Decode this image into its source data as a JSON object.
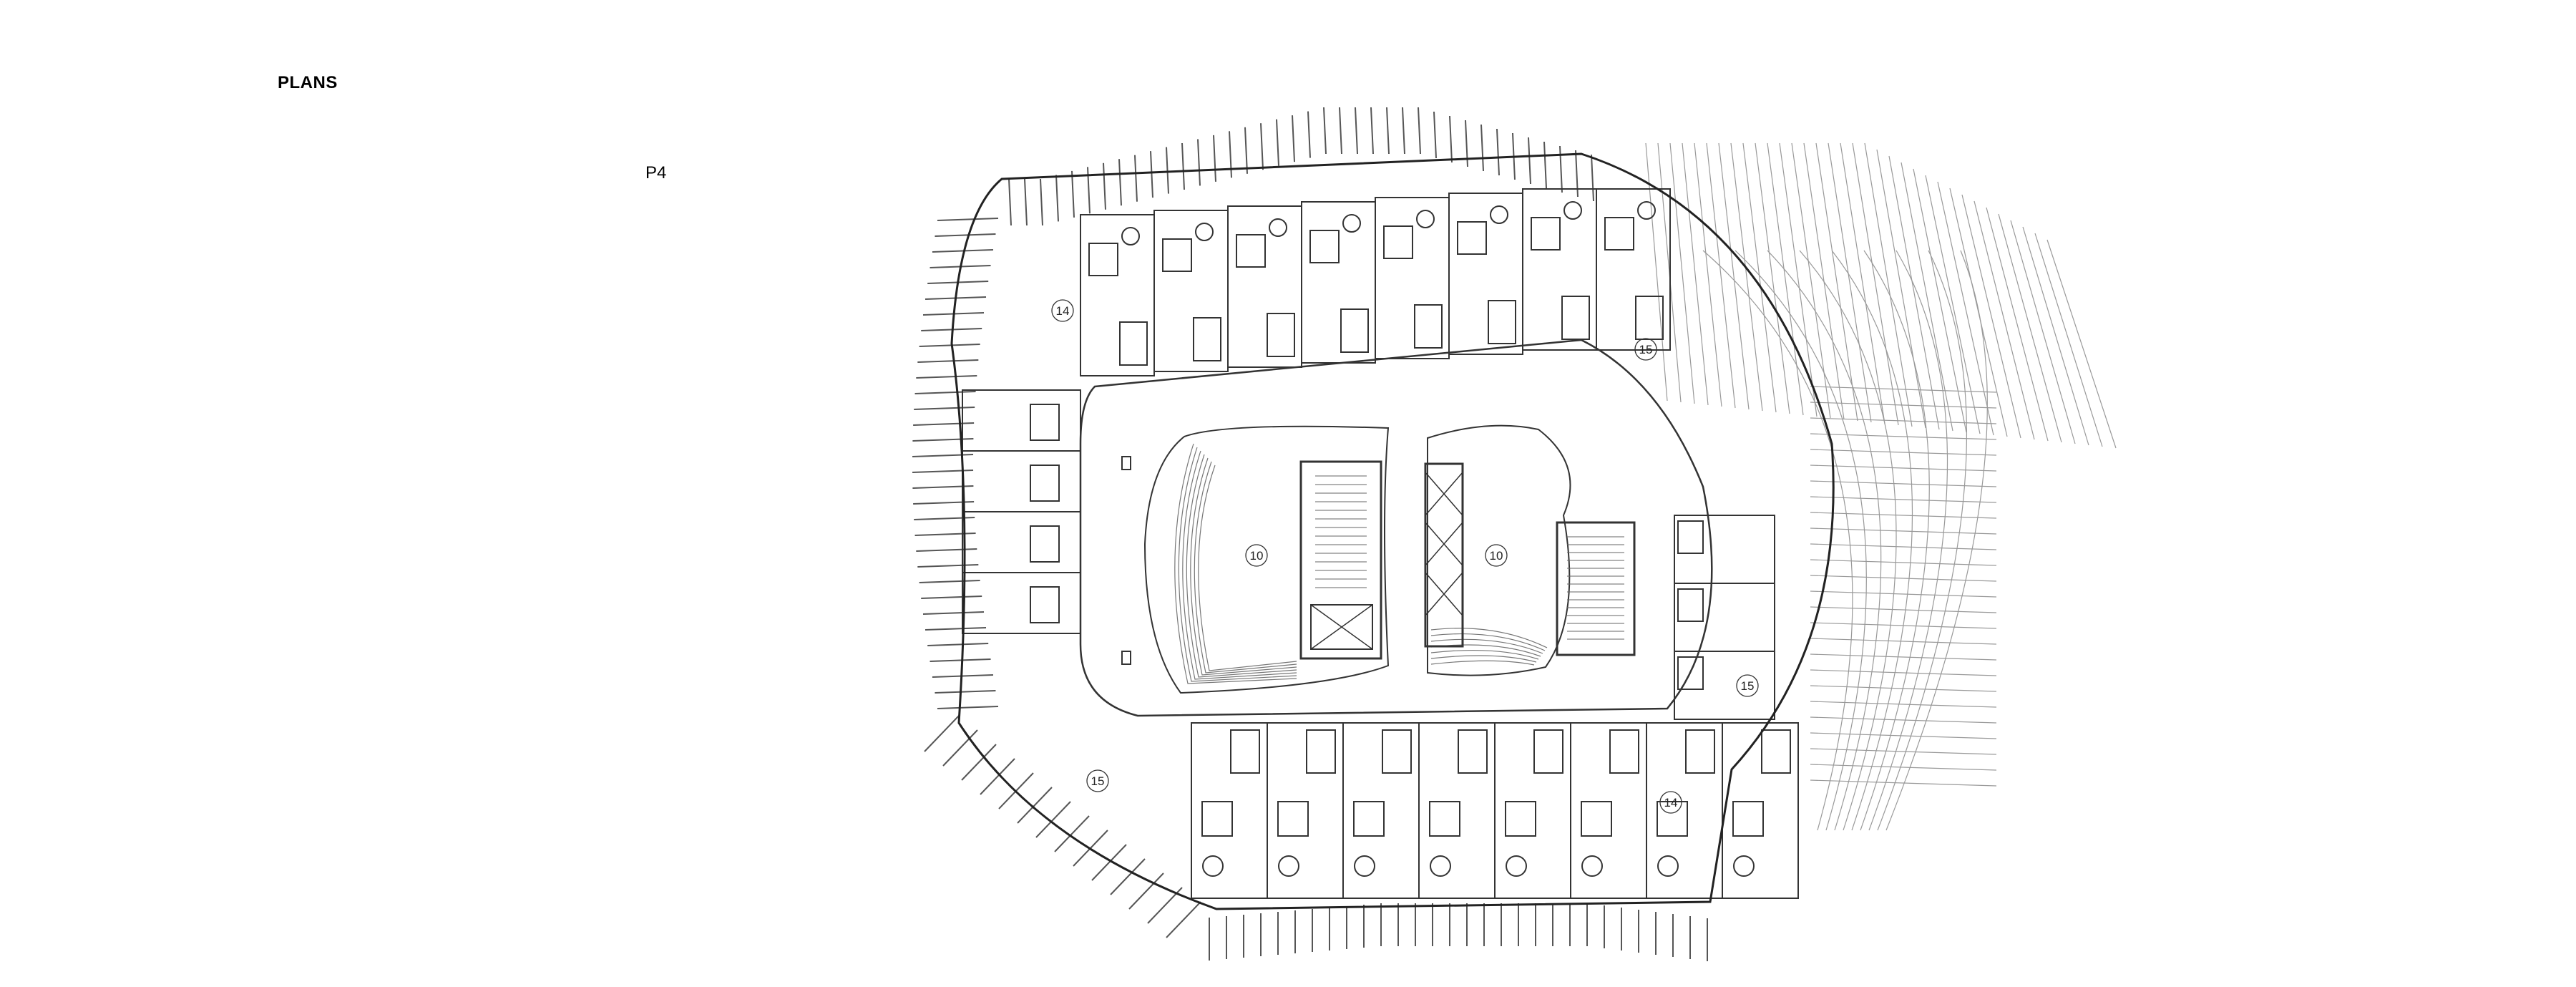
{
  "header": {
    "title": "PLANS"
  },
  "sheet": {
    "level_label": "P4"
  },
  "plan": {
    "room_labels": [
      "14",
      "15",
      "15",
      "10",
      "10",
      "15",
      "14"
    ]
  }
}
